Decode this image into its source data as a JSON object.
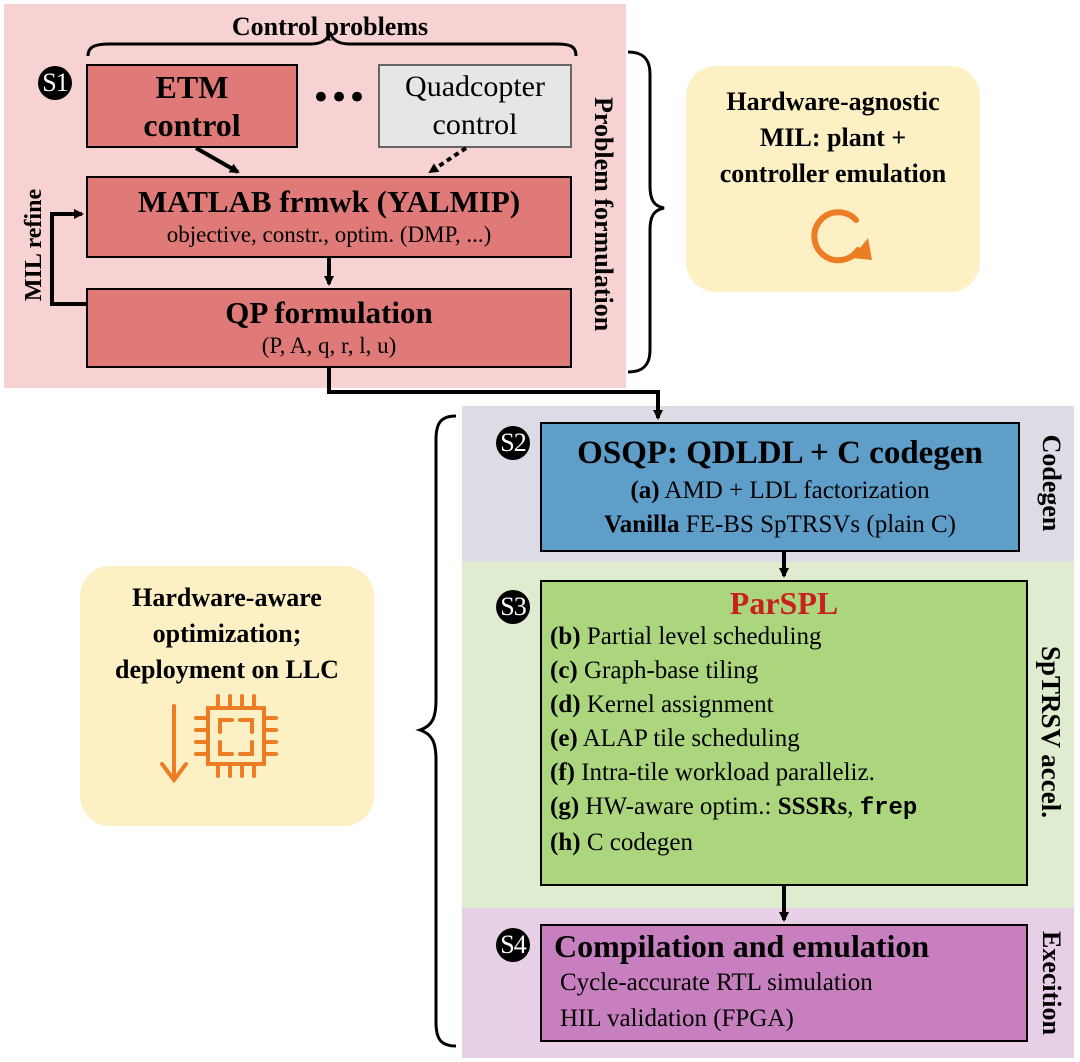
{
  "colors": {
    "s1_bg": "#f6d2d2",
    "s1_box": "#e07a78",
    "s1_gray_box": "#e6e6e6",
    "s2_bg": "#dcdce6",
    "s2_box": "#5e9ec9",
    "s3_bg": "#dfeccf",
    "s3_box": "#acd67e",
    "s4_bg": "#e7cfe6",
    "s4_box": "#c77fbf",
    "card_bg": "#fdf0c4",
    "orange": "#ec7d24",
    "parspl_red": "#c8201f"
  },
  "s1": {
    "badge": "S1",
    "control_problems": "Control problems",
    "etm_line1": "ETM",
    "etm_line2": "control",
    "dots": "•••",
    "quad_line1": "Quadcopter",
    "quad_line2": "control",
    "matlab_title": "MATLAB frmwk (YALMIP)",
    "matlab_sub": "objective, constr., optim. (DMP, ...)",
    "qp_title": "QP formulation",
    "qp_sub": "(P, A, q, r, l, u)",
    "mil_refine": "MIL refine",
    "side_label": "Problem formulation"
  },
  "card_top": {
    "line1": "Hardware-agnostic",
    "line2": "MIL: plant +",
    "line3": "controller emulation",
    "icon": "refresh-cycle-icon"
  },
  "card_left": {
    "line1": "Hardware-aware",
    "line2": "optimization;",
    "line3": "deployment on LLC",
    "icon": "chip-download-icon"
  },
  "s2": {
    "badge": "S2",
    "title": "OSQP: QDLDL + C codegen",
    "line_a_bold": "(a)",
    "line_a_text": " AMD + LDL factorization",
    "line2_bold": "Vanilla",
    "line2_text": " FE-BS SpTRSVs (plain C)",
    "side_label": "Codegen"
  },
  "s3": {
    "badge": "S3",
    "title": "ParSPL",
    "steps": [
      {
        "tag": "(b)",
        "text": " Partial level scheduling"
      },
      {
        "tag": "(c)",
        "text": " Graph-base tiling"
      },
      {
        "tag": "(d)",
        "text": " Kernel assignment"
      },
      {
        "tag": "(e)",
        "text": " ALAP tile scheduling"
      },
      {
        "tag": "(f)",
        "text": " Intra-tile workload paralleliz."
      },
      {
        "tag": "(g)",
        "text": " HW-aware optim.: "
      },
      {
        "tag": "(h)",
        "text": " C codegen"
      }
    ],
    "g_bold": "SSSRs",
    "g_sep": ", ",
    "g_mono": "frep",
    "side_label": "SpTRSV accel."
  },
  "s4": {
    "badge": "S4",
    "title": "Compilation and emulation",
    "line1": "Cycle-accurate RTL simulation",
    "line2": "HIL validation (FPGA)",
    "side_label": "Execition"
  }
}
